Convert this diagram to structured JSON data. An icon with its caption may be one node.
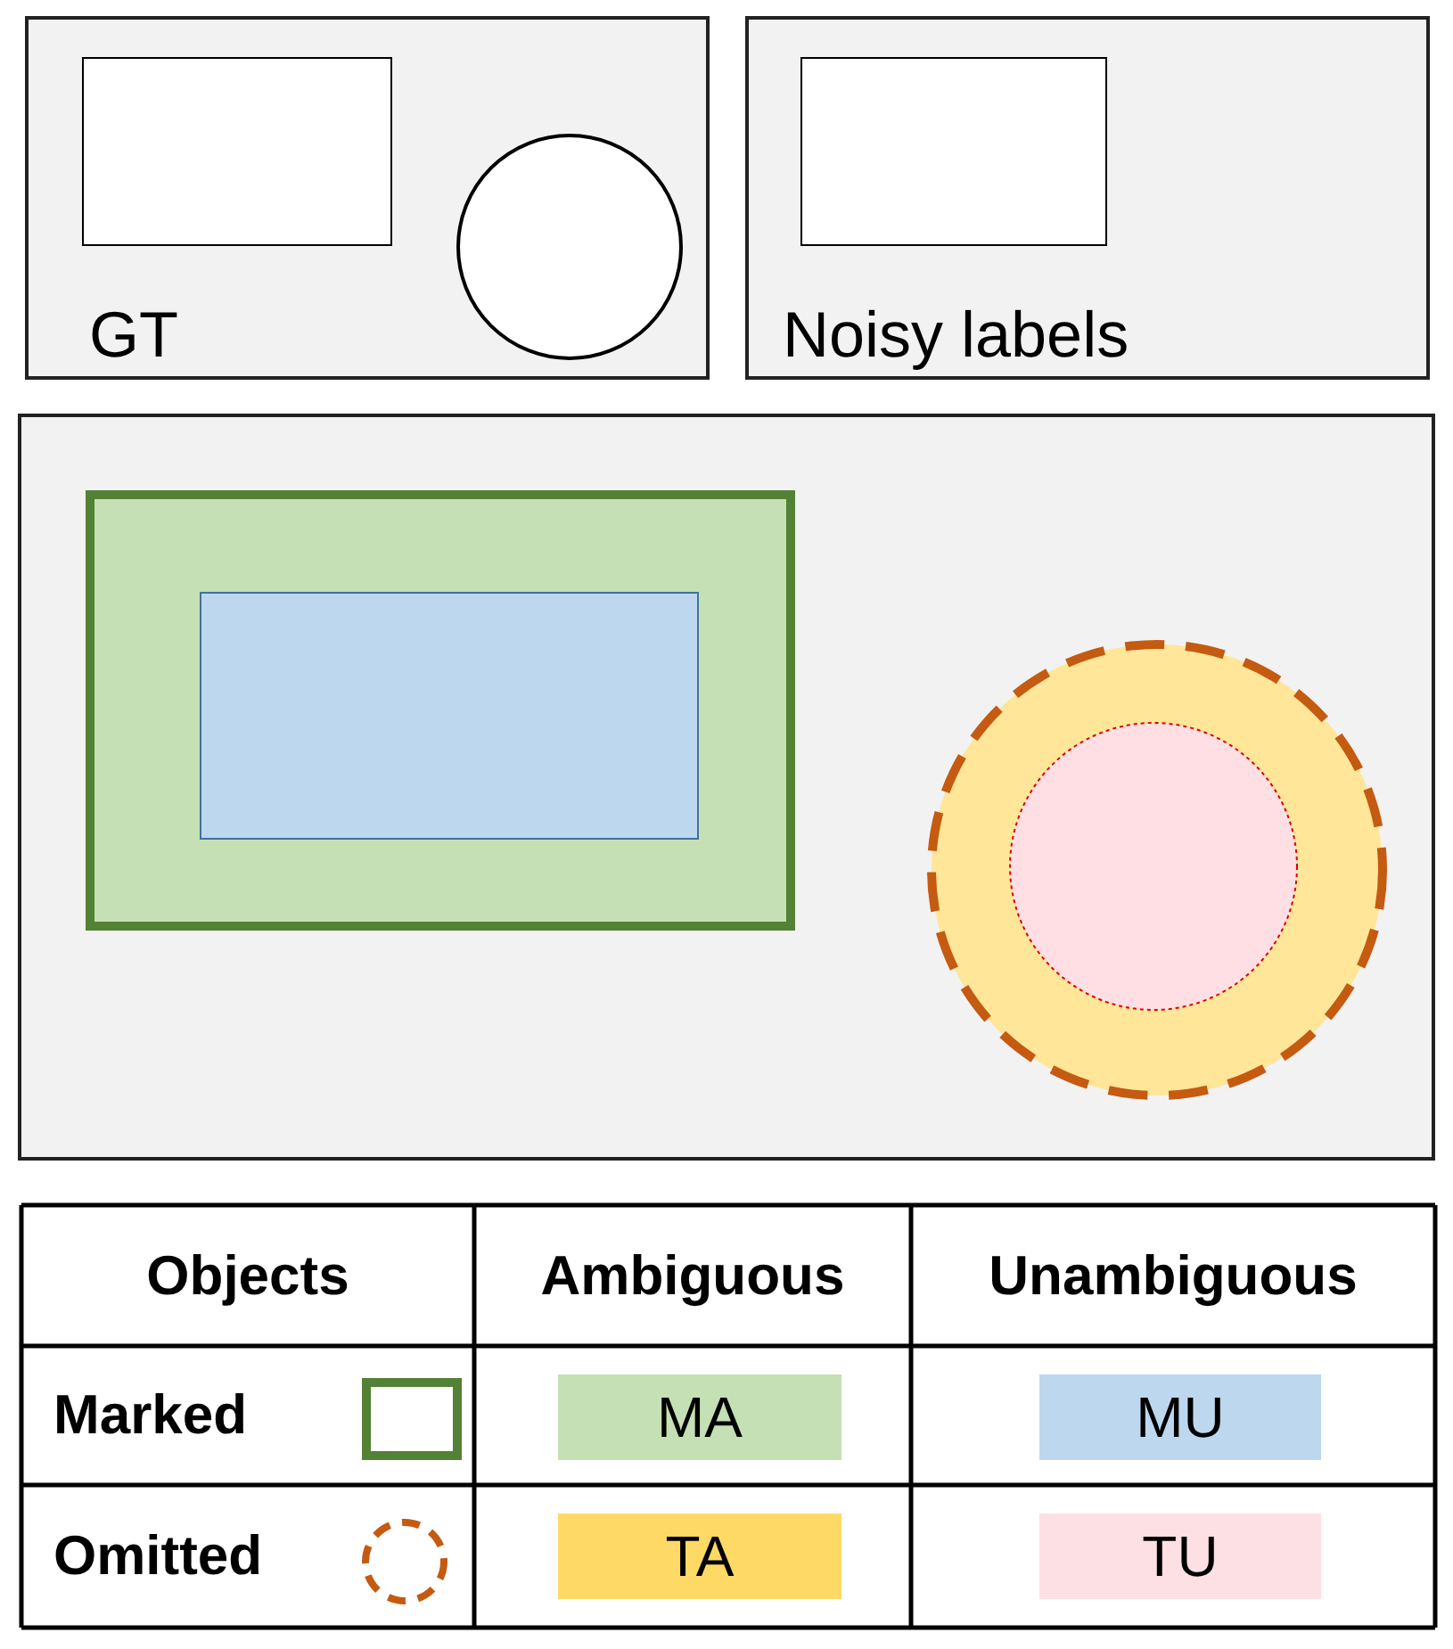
{
  "diagram": {
    "nodes": [
      {
        "text": [
          "GT"
        ]
      },
      {
        "text": [],
        "shape": "box",
        "in": 0
      },
      {
        "text": [],
        "shape": "circle",
        "in": 0
      },
      {
        "text": [
          "Noisy labels"
        ]
      },
      {
        "text": [],
        "shape": "box",
        "in": 3
      },
      {
        "text": [],
        "shape": "box"
      },
      {
        "text": [],
        "shape": "box",
        "in": 5
      },
      {
        "text": [],
        "shape": "box",
        "in": 6
      },
      {
        "text": [],
        "shape": "circle",
        "in": 5
      },
      {
        "text": [],
        "shape": "circle",
        "in": 8
      },
      {
        "text": [
          "MA"
        ]
      },
      {
        "text": [
          "MU"
        ]
      },
      {
        "text": [
          "TA"
        ]
      },
      {
        "text": [
          "TU"
        ]
      }
    ],
    "edges": [],
    "labels": [
      "Objects",
      "Ambiguous",
      "Unambiguous",
      "Marked",
      "Omitted"
    ]
  }
}
